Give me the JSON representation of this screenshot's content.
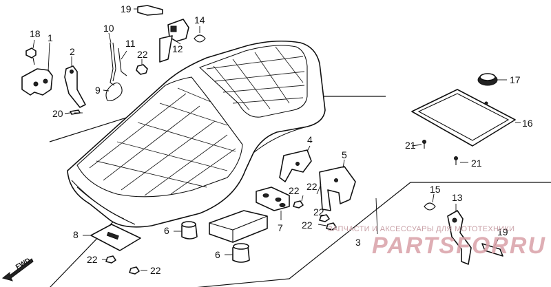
{
  "callouts": {
    "c1": "1",
    "c2": "2",
    "c3": "3",
    "c4": "4",
    "c5": "5",
    "c6a": "6",
    "c6b": "6",
    "c7": "7",
    "c8": "8",
    "c9": "9",
    "c10": "10",
    "c11": "11",
    "c12": "12",
    "c13": "13",
    "c14": "14",
    "c15": "15",
    "c16": "16",
    "c17": "17",
    "c18": "18",
    "c19a": "19",
    "c19b": "19",
    "c20": "20",
    "c21a": "21",
    "c21b": "21",
    "c22a": "22",
    "c22b": "22",
    "c22c": "22",
    "c22d": "22",
    "c22e": "22",
    "c22f": "22",
    "c22g": "22"
  },
  "direction": {
    "label": "FWD"
  },
  "watermark": {
    "line": "ЗАПЧАСТИ И АКСЕССУАРЫ ДЛЯ МОТОТЕХНИКИ",
    "logo": "PARTSFORRU",
    "color": "#d9a0a8"
  },
  "colors": {
    "ink": "#111111",
    "background": "#ffffff"
  }
}
